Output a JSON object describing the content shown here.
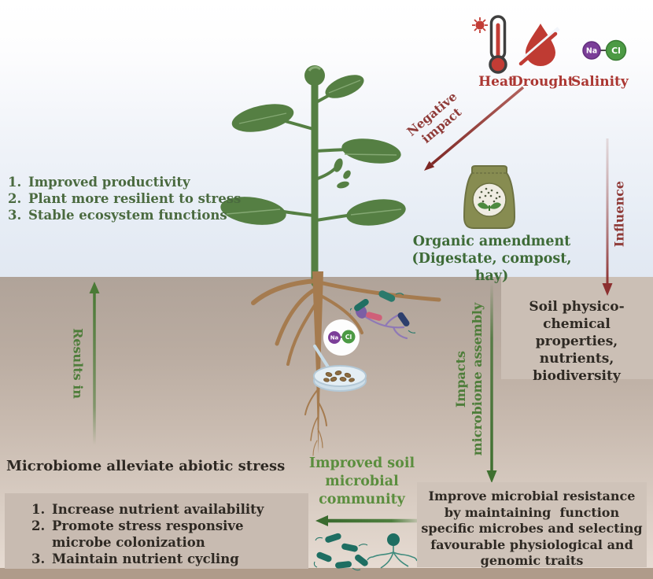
{
  "colors": {
    "sky_top": "#ffffff",
    "sky_bottom": "#e1e8f2",
    "soil_top": "#b0a399",
    "soil_bottom": "#e6dbd2",
    "ground_strip": "#af9b8a",
    "box_fill": "#c8bbb1",
    "stress_red": "#ab3732",
    "arrow_red": "#8f3b38",
    "green_text": "#4a6a3f",
    "green_bright": "#5b8e3e",
    "green_arrow": "#3f7030",
    "dark_text": "#2e2923",
    "na_purple": "#7b3e98",
    "cl_green": "#4c9a44",
    "bacteria_teal": "#1e6e62",
    "root_brown": "#a57b4f",
    "bag_olive": "#878c51"
  },
  "icons": {
    "heat": "thermometer-sun-icon",
    "drought": "crossed-droplet-icon",
    "salinity": "nacl-molecule-icon",
    "organic_amendment": "fertilizer-bag-icon",
    "plant": "plant-illustration",
    "roots": "root-system-illustration",
    "inoculation": "petri-dish-pipette-icon",
    "microbes": "bacteria-icon"
  },
  "stressors": {
    "heat": {
      "label": "Heat"
    },
    "drought": {
      "label": "Drought"
    },
    "salinity": {
      "label": "Salinity",
      "na": "Na",
      "cl": "Cl"
    }
  },
  "negative_impact": {
    "line1": "Negative",
    "line2": "impact"
  },
  "influence": {
    "label": "Influence"
  },
  "plant_benefits": {
    "items": [
      {
        "num": "1.",
        "text": "Improved productivity"
      },
      {
        "num": "2.",
        "text": "Plant more resilient to stress"
      },
      {
        "num": "3.",
        "text": "Stable ecosystem functions"
      }
    ]
  },
  "organic_amendment": {
    "line1": "Organic amendment",
    "line2": "(Digestate, compost, hay)"
  },
  "soil_properties": {
    "line1": "Soil physico-",
    "line2": "chemical properties,",
    "line3": "nutrients, biodiversity"
  },
  "results_in": {
    "label": "Results in"
  },
  "impacts_assembly": {
    "line1": "Impacts",
    "line2": "microbiome assembly"
  },
  "root_molecule": {
    "na": "Na",
    "cl": "Cl"
  },
  "alleviation": {
    "heading": "Microbiome alleviate abiotic stress",
    "items": [
      {
        "num": "1.",
        "text": "Increase nutrient availability"
      },
      {
        "num": "2.",
        "text": "Promote stress responsive microbe colonization"
      },
      {
        "num": "3.",
        "text": "Maintain nutrient cycling"
      }
    ]
  },
  "improved_community": {
    "line1": "Improved soil",
    "line2": "microbial",
    "line3": "community"
  },
  "resistance": {
    "line1": "Improve microbial resistance",
    "line2": "by maintaining  function",
    "line3": "specific microbes and selecting",
    "line4": "favourable physiological and",
    "line5": "genomic traits"
  }
}
